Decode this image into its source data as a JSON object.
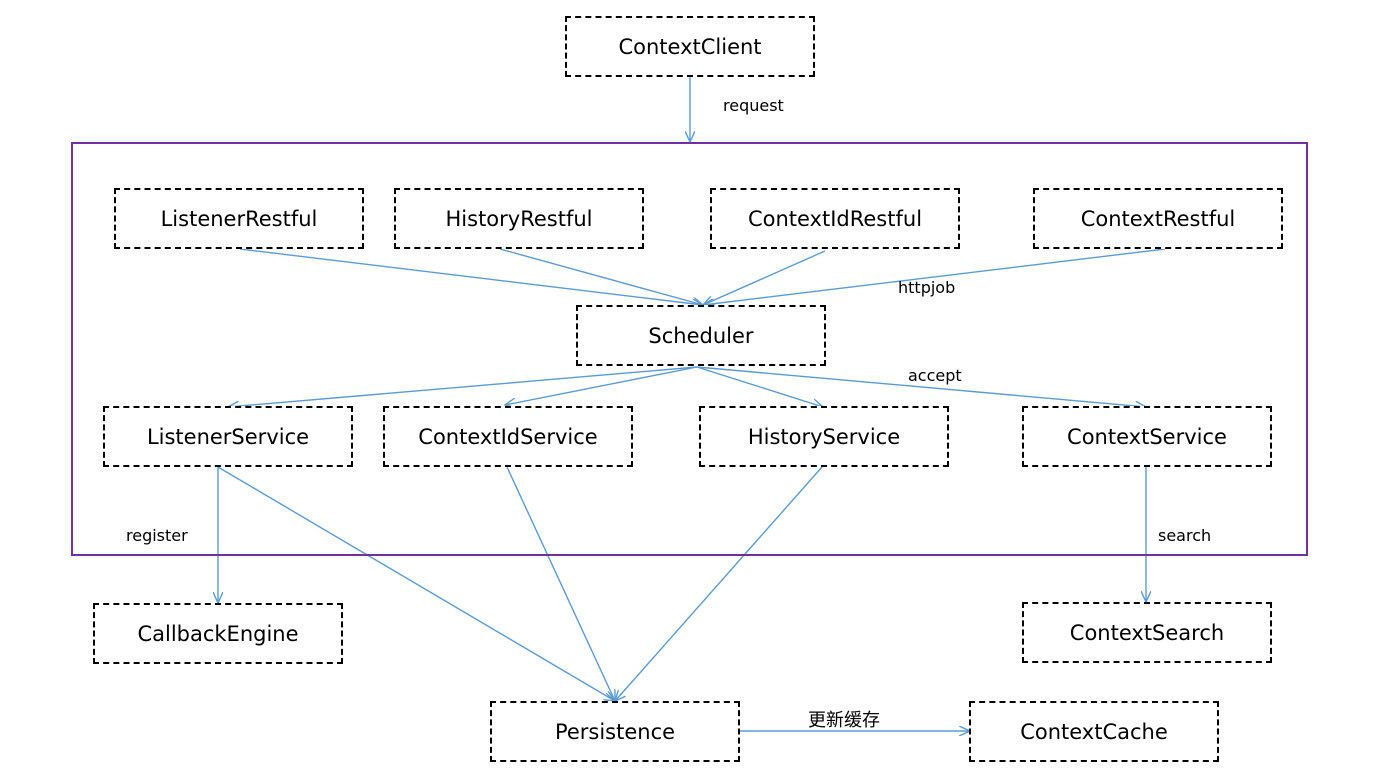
{
  "colors": {
    "frame": "#7030a0",
    "arrow": "#5b9bd5",
    "box_border": "#000000"
  },
  "nodes": {
    "context_client": "ContextClient",
    "listener_restful": "ListenerRestful",
    "history_restful": "HistoryRestful",
    "contextid_restful": "ContextIdRestful",
    "context_restful": "ContextRestful",
    "scheduler": "Scheduler",
    "listener_service": "ListenerService",
    "contextid_service": "ContextIdService",
    "history_service": "HistoryService",
    "context_service": "ContextService",
    "callback_engine": "CallbackEngine",
    "context_search": "ContextSearch",
    "persistence": "Persistence",
    "context_cache": "ContextCache"
  },
  "edge_labels": {
    "request": "request",
    "httpjob": "httpjob",
    "accept": "accept",
    "register": "register",
    "search": "search",
    "update_cache": "更新缓存"
  },
  "edges": [
    {
      "from": "context_client",
      "to": "frame",
      "label": "request"
    },
    {
      "from": "listener_restful",
      "to": "scheduler"
    },
    {
      "from": "history_restful",
      "to": "scheduler"
    },
    {
      "from": "contextid_restful",
      "to": "scheduler"
    },
    {
      "from": "context_restful",
      "to": "scheduler",
      "label": "httpjob"
    },
    {
      "from": "scheduler",
      "to": "listener_service"
    },
    {
      "from": "scheduler",
      "to": "contextid_service"
    },
    {
      "from": "scheduler",
      "to": "history_service"
    },
    {
      "from": "scheduler",
      "to": "context_service",
      "label": "accept"
    },
    {
      "from": "listener_service",
      "to": "callback_engine",
      "label": "register"
    },
    {
      "from": "listener_service",
      "to": "persistence"
    },
    {
      "from": "contextid_service",
      "to": "persistence"
    },
    {
      "from": "history_service",
      "to": "persistence"
    },
    {
      "from": "context_service",
      "to": "context_search",
      "label": "search"
    },
    {
      "from": "persistence",
      "to": "context_cache",
      "label": "更新缓存"
    }
  ]
}
